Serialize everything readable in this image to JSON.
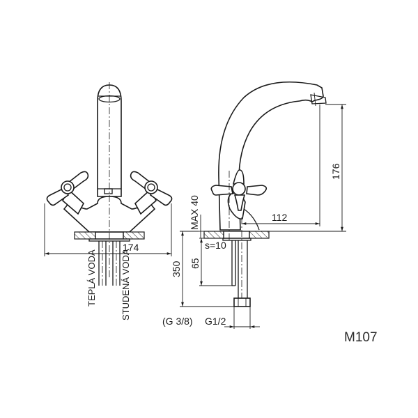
{
  "drawing": {
    "model_code": "M107",
    "front_view": {
      "width_dimension": "174",
      "pipe_labels": {
        "hot": "TEPLÁ VODA",
        "cold": "STUDENÁ VODA"
      }
    },
    "side_view": {
      "spout_height": "176",
      "spout_reach": "112",
      "max_counter_thickness": "MAX 40",
      "flange_thickness": "s=10",
      "pipe_length_short": "65",
      "pipe_length_total": "350",
      "thread_alt": "(G 3/8)",
      "thread_main": "G1/2"
    },
    "colors": {
      "line": "#1a1a1a",
      "background": "#ffffff"
    }
  }
}
